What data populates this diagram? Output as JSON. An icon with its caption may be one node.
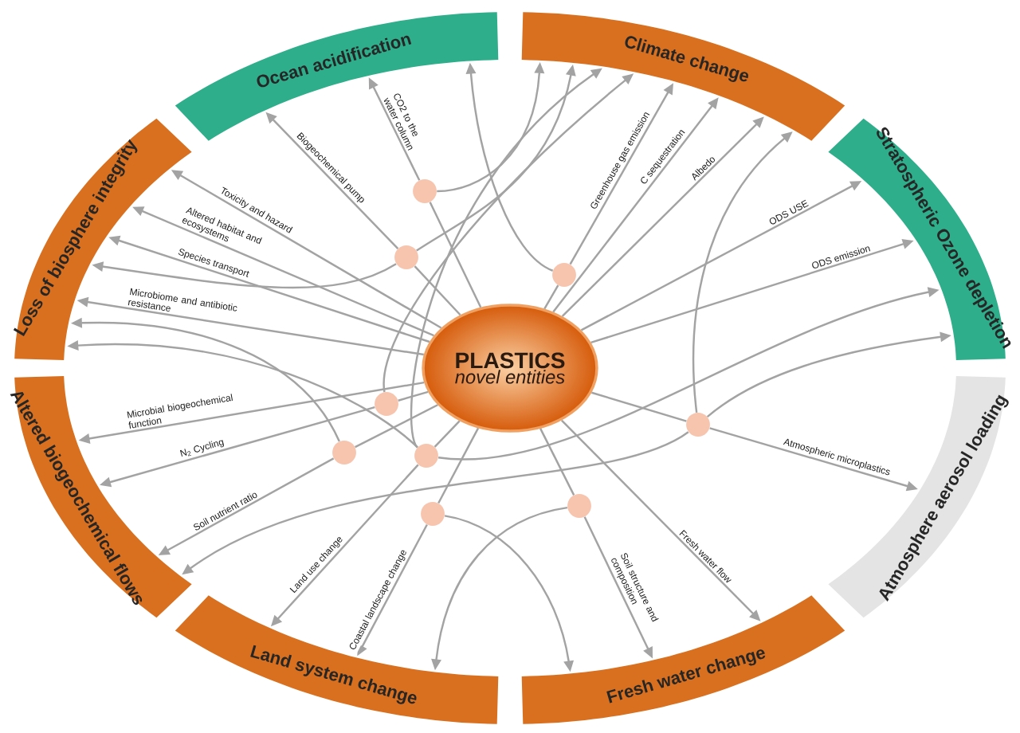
{
  "diagram": {
    "nodes": [
      {
        "text": [
          "Ocean acidification"
        ]
      },
      {
        "text": [
          "Climate change"
        ]
      },
      {
        "text": [
          "Stratospheric Ozone depletion"
        ]
      },
      {
        "text": [
          "Atmosphere aerosol loading"
        ]
      },
      {
        "text": [
          "Fresh water change"
        ]
      },
      {
        "text": [
          "Land system change"
        ]
      },
      {
        "text": [
          "Altered biogeochemical flows"
        ]
      },
      {
        "text": [
          "Loss of biosphere integrity"
        ]
      },
      {
        "text": [
          "PLASTICS",
          "novel entities"
        ]
      },
      {
        "text": [],
        "shape": "circle"
      },
      {
        "text": [],
        "shape": "circle"
      },
      {
        "text": [],
        "shape": "circle"
      },
      {
        "text": [],
        "shape": "circle"
      },
      {
        "text": [],
        "shape": "circle"
      },
      {
        "text": [],
        "shape": "circle"
      },
      {
        "text": [],
        "shape": "circle"
      },
      {
        "text": [],
        "shape": "circle"
      },
      {
        "text": [],
        "shape": "circle"
      }
    ],
    "edges": [
      {
        "from": 8,
        "to": 9,
        "arrow": "none"
      },
      {
        "from": 9,
        "to": 0,
        "arrow": "to",
        "label": "CO2 to the water column"
      },
      {
        "from": 8,
        "to": 10,
        "arrow": "none"
      },
      {
        "from": 10,
        "to": 0,
        "arrow": "to",
        "label": "Biogeochemical pump"
      },
      {
        "from": 8,
        "to": 11,
        "arrow": "none"
      },
      {
        "from": 11,
        "to": 1,
        "arrow": "to",
        "label": "Greenhouse gas emission"
      },
      {
        "from": 8,
        "to": 1,
        "arrow": "to",
        "label": "C sequestration"
      },
      {
        "from": 8,
        "to": 1,
        "arrow": "to",
        "label": "Albedo"
      },
      {
        "from": 8,
        "to": 2,
        "arrow": "to",
        "label": "ODS USE"
      },
      {
        "from": 8,
        "to": 2,
        "arrow": "to",
        "label": "ODS emission"
      },
      {
        "from": 8,
        "to": 15,
        "arrow": "none"
      },
      {
        "from": 15,
        "to": 3,
        "arrow": "to",
        "label": "Atmospheric microplastics"
      },
      {
        "from": 8,
        "to": 4,
        "arrow": "to",
        "label": "Fresh water flow"
      },
      {
        "from": 8,
        "to": 17,
        "arrow": "none"
      },
      {
        "from": 17,
        "to": 4,
        "arrow": "to",
        "label": "Soil structure and composition"
      },
      {
        "from": 8,
        "to": 16,
        "arrow": "none"
      },
      {
        "from": 16,
        "to": 5,
        "arrow": "to",
        "label": "Coastal landscape change"
      },
      {
        "from": 8,
        "to": 14,
        "arrow": "none"
      },
      {
        "from": 14,
        "to": 5,
        "arrow": "to",
        "label": "Land use change"
      },
      {
        "from": 8,
        "to": 13,
        "arrow": "none"
      },
      {
        "from": 13,
        "to": 6,
        "arrow": "to",
        "label": "Soil nutrient ratio"
      },
      {
        "from": 8,
        "to": 12,
        "arrow": "none"
      },
      {
        "from": 12,
        "to": 6,
        "arrow": "to",
        "label": "N$_{2}$ Cycling"
      },
      {
        "from": 8,
        "to": 6,
        "arrow": "to",
        "label": "Microbial biogeochemical function"
      },
      {
        "from": 8,
        "to": 7,
        "arrow": "to",
        "label": "Microbiome and antibiotic resistance"
      },
      {
        "from": 8,
        "to": 7,
        "arrow": "to",
        "label": "Species transport"
      },
      {
        "from": 8,
        "to": 7,
        "arrow": "to",
        "label": "Altered habitat and ecosystems"
      },
      {
        "from": 8,
        "to": 7,
        "arrow": "to",
        "label": "Toxicity and hazard"
      },
      {
        "from": 9,
        "to": 1,
        "arrow": "to"
      },
      {
        "from": 10,
        "to": 7,
        "arrow": "to"
      },
      {
        "from": 10,
        "to": 1,
        "arrow": "to"
      },
      {
        "from": 11,
        "to": 0,
        "arrow": "to"
      },
      {
        "from": 14,
        "to": 1,
        "arrow": "to"
      },
      {
        "from": 12,
        "to": 1,
        "arrow": "to"
      },
      {
        "from": 13,
        "to": 7,
        "arrow": "to"
      },
      {
        "from": 14,
        "to": 7,
        "arrow": "to"
      },
      {
        "from": 15,
        "to": 2,
        "arrow": "to"
      },
      {
        "from": 15,
        "to": 6,
        "arrow": "to"
      },
      {
        "from": 15,
        "to": 1,
        "arrow": "to"
      },
      {
        "from": 14,
        "to": 2,
        "arrow": "to"
      },
      {
        "from": 17,
        "to": 5,
        "arrow": "to"
      },
      {
        "from": 16,
        "to": 4,
        "arrow": "to"
      }
    ]
  }
}
